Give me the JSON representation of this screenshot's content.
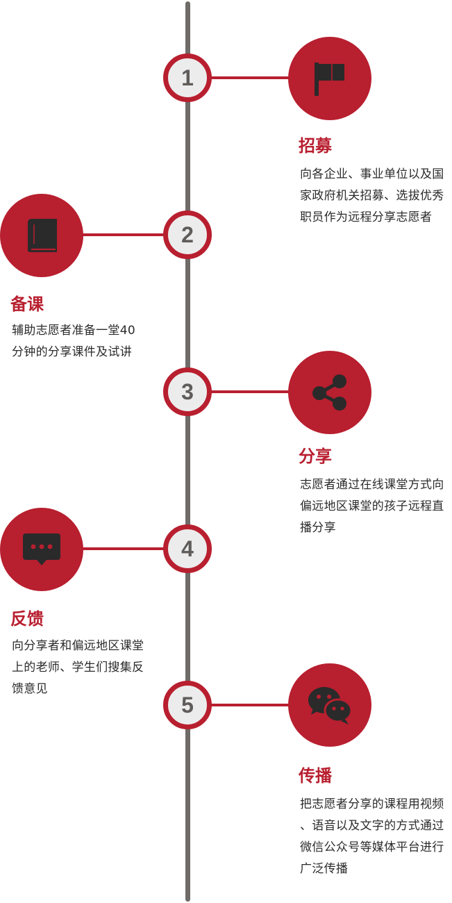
{
  "colors": {
    "accent": "#b81f2f",
    "axis": "#6e6b68",
    "number_fill": "#ececec",
    "icon_dark": "#2a2a2a"
  },
  "steps": [
    {
      "number": "1",
      "icon": "flag-icon",
      "title": "招募",
      "desc_lines": [
        "向各企业、事业单位以及国",
        "家政府机关招募、选拔优秀",
        "职员作为远程分享志愿者"
      ]
    },
    {
      "number": "2",
      "icon": "book-icon",
      "title": "备课",
      "desc_lines": [
        "辅助志愿者准备一堂40",
        "分钟的分享课件及试讲"
      ]
    },
    {
      "number": "3",
      "icon": "share-icon",
      "title": "分享",
      "desc_lines": [
        "志愿者通过在线课堂方式向",
        "偏远地区课堂的孩子远程直",
        "播分享"
      ]
    },
    {
      "number": "4",
      "icon": "chat-bubble-icon",
      "title": "反馈",
      "desc_lines": [
        "向分享者和偏远地区课堂",
        "上的老师、学生们搜集反",
        "馈意见"
      ]
    },
    {
      "number": "5",
      "icon": "wechat-icon",
      "title": "传播",
      "desc_lines": [
        "把志愿者分享的课程用视频",
        "、语音以及文字的方式通过",
        "微信公众号等媒体平台进行",
        "广泛传播"
      ]
    }
  ]
}
